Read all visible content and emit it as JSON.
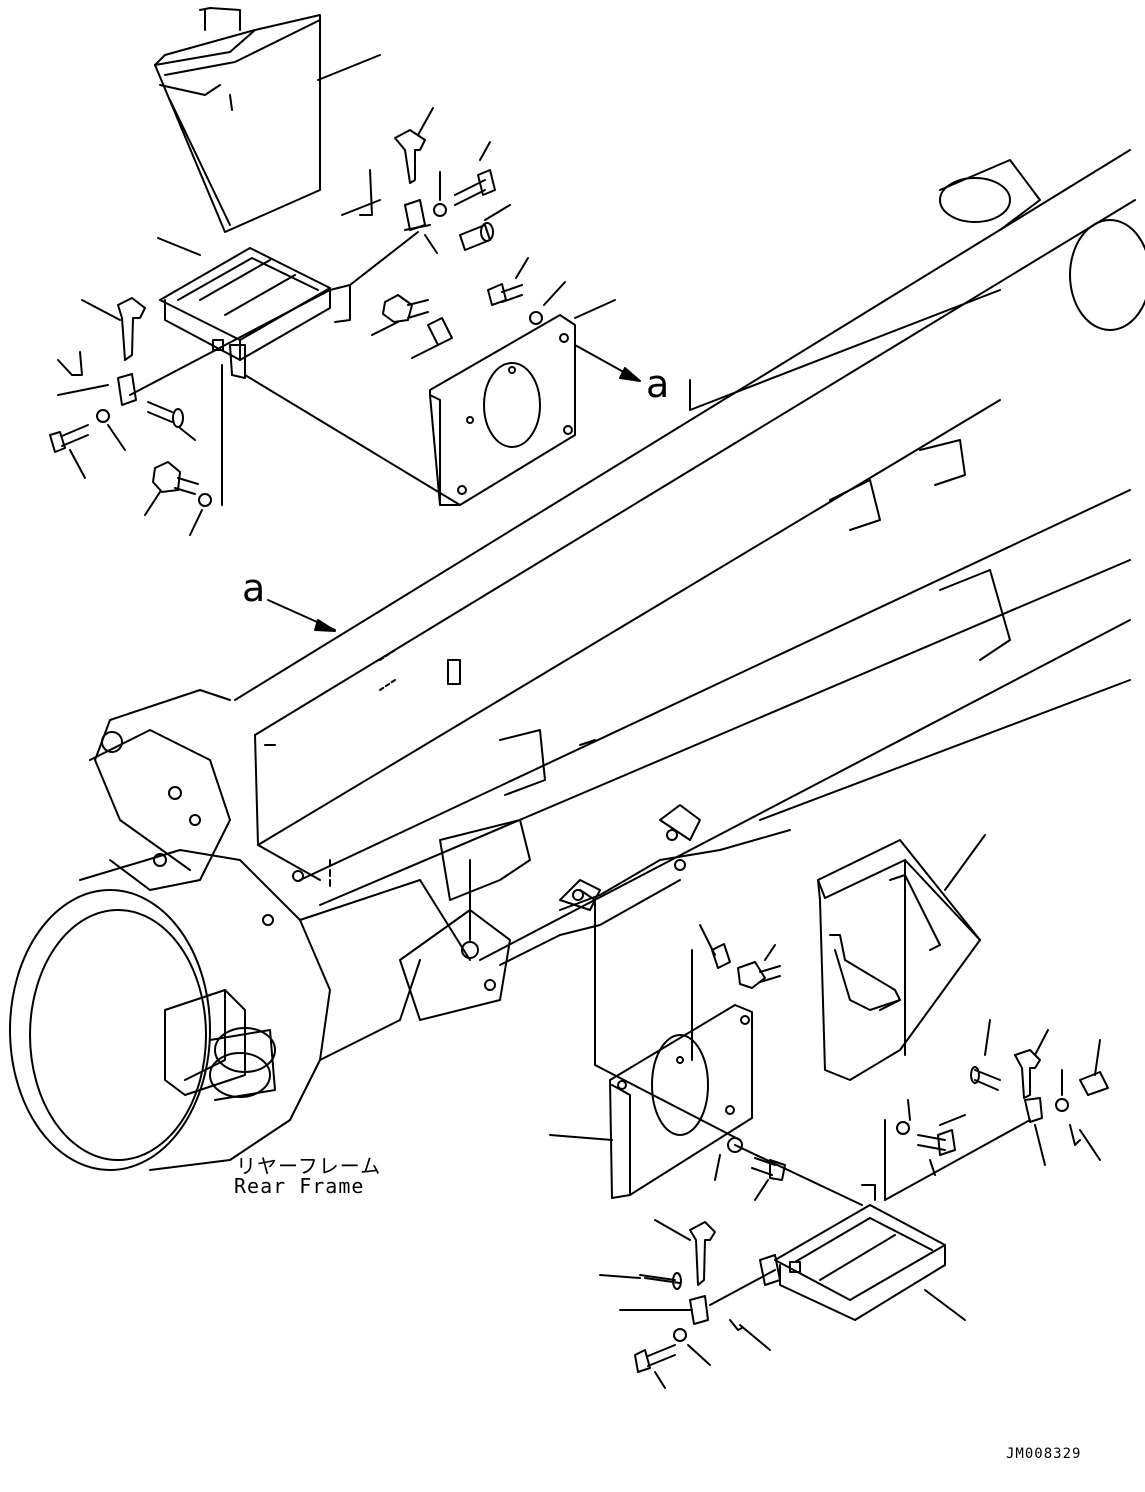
{
  "labels": {
    "view_marker_a_top": "a",
    "view_marker_a_bottom": "a",
    "frame_label_jp": "リヤーフレーム",
    "frame_label_en": "Rear Frame",
    "drawing_id": "JM008329"
  }
}
